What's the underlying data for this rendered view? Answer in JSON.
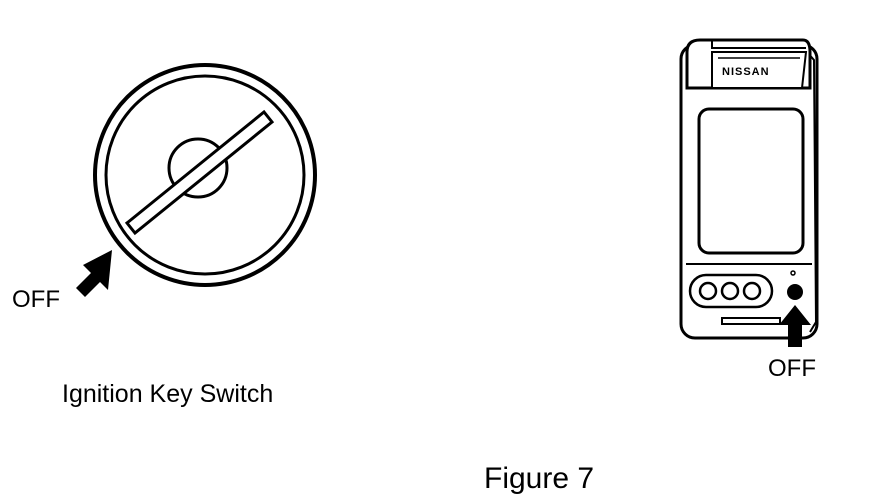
{
  "ignition_switch": {
    "off_label": "OFF",
    "caption": "Ignition Key Switch"
  },
  "remote_device": {
    "brand": "NISSAN",
    "off_label": "OFF"
  },
  "figure_caption": "Figure 7"
}
